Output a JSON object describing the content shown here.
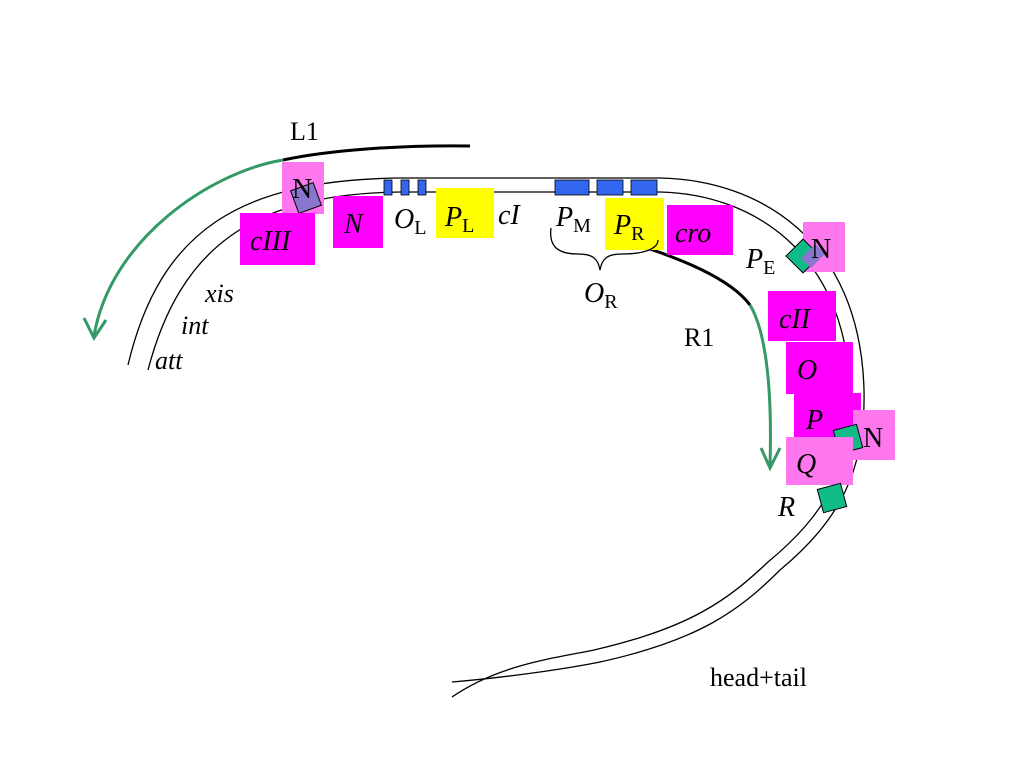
{
  "colors": {
    "magenta": "#ff00ff",
    "light_magenta": "#ff77ee",
    "yellow": "#ffff00",
    "blue": "#3366ee",
    "teal": "#11bb88",
    "purple": "#8877cc",
    "arrow_green": "#339966",
    "strand": "#000000"
  },
  "transcripts": {
    "L1": "L1",
    "R1": "R1"
  },
  "genes": {
    "cIII": "cIII",
    "N": "N",
    "cI": "cI",
    "cro": "cro",
    "cII": "cII",
    "O": "O",
    "P": "P",
    "Q": "Q",
    "R": "R"
  },
  "sites": {
    "xis": "xis",
    "int": "int",
    "att": "att",
    "head_tail": "head+tail"
  },
  "operators": {
    "OL_main": "O",
    "OL_sub": "L",
    "OR_main": "O",
    "OR_sub": "R"
  },
  "promoters": {
    "PL_main": "P",
    "PL_sub": "L",
    "PM_main": "P",
    "PM_sub": "M",
    "PR_main": "P",
    "PR_sub": "R",
    "PE_main": "P",
    "PE_sub": "E"
  },
  "n_protein": {
    "label_left": "N",
    "label_right_top": "N",
    "label_right_bottom": "N"
  }
}
